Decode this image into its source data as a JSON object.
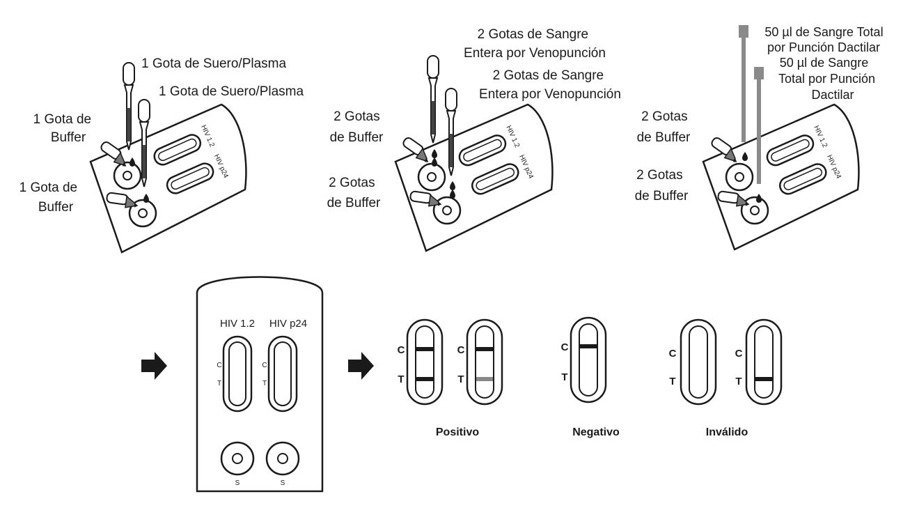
{
  "steps": [
    {
      "pipette_top": "1 Gota de Suero/Plasma",
      "pipette_bottom": "1 Gota de Suero/Plasma",
      "buffer_top": [
        "1 Gota de",
        "Buffer"
      ],
      "buffer_bottom": [
        "1 Gota de",
        "Buffer"
      ]
    },
    {
      "pipette_top": [
        "2 Gotas de Sangre",
        "Entera por Venopunción"
      ],
      "pipette_bottom": [
        "2 Gotas de Sangre",
        "Entera por Venopunción"
      ],
      "buffer_top": [
        "2 Gotas",
        "de Buffer"
      ],
      "buffer_bottom": [
        "2 Gotas",
        "de Buffer"
      ]
    },
    {
      "pipette_top": [
        "50 µl de Sangre Total",
        "por Punción Dactilar"
      ],
      "pipette_bottom": [
        "50 µl de Sangre",
        "Total por Punción",
        "Dactilar"
      ],
      "buffer_top": [
        "2 Gotas",
        "de Buffer"
      ],
      "buffer_bottom": [
        "2 Gotas",
        "de Buffer"
      ]
    }
  ],
  "cassette": {
    "strip1_label": "HIV 1.2",
    "strip2_label": "HIV p24",
    "c_letter": "C",
    "t_letter": "T",
    "sample_letter": "S"
  },
  "results": {
    "c_letter": "C",
    "t_letter": "T",
    "positive_label": "Positivo",
    "negative_label": "Negativo",
    "invalid_label": "Inválido"
  },
  "colors": {
    "line": "#1a1a1a",
    "faint_band": "#888888",
    "fill_gray": "#7a7a7a"
  }
}
